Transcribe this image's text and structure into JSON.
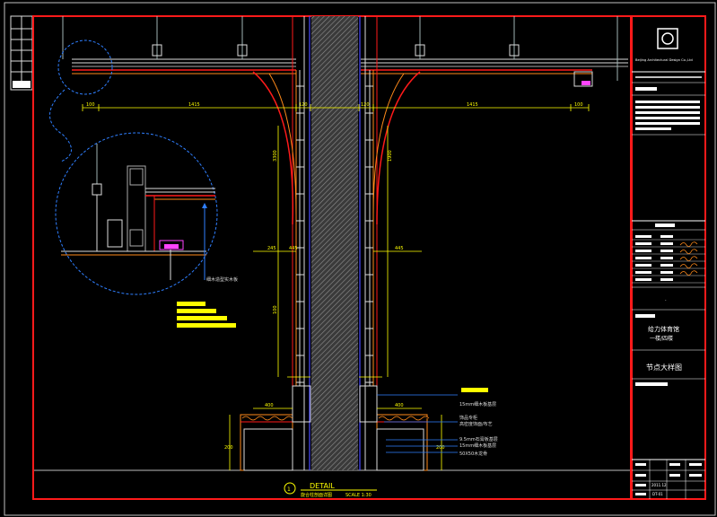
{
  "drawing": {
    "detail_label": "DETAIL",
    "detail_caption": "旋合柱剖面详图",
    "detail_scale": "SCALE 1:30",
    "detail_no": "1"
  },
  "dimensions": {
    "top_row": [
      "100",
      "1415",
      "120",
      "120",
      "1415",
      "100"
    ],
    "mid_row": [
      "245",
      "445",
      "445"
    ],
    "left_vertical": [
      "3300",
      "100"
    ],
    "right_vertical": [
      "1900"
    ],
    "base": [
      "400",
      "400",
      "200",
      "200"
    ]
  },
  "annotations": [
    "15mm细木板基层",
    "饰品专柜",
    "高密度饰面/布艺",
    "9.5mm石膏板基层",
    "15mm细木板基层",
    "50X50木龙骨"
  ],
  "callout_note": "细木造型实木板",
  "title_block": {
    "company_en": "Beijing Architectural Design Co.,Ltd",
    "project_line1": "给力体育馆",
    "project_line2": "一楼/四楼",
    "drawing_title": "节点大样图",
    "date": "2011.12",
    "sheet": "DT-01",
    "dot": "-"
  },
  "colors": {
    "frame": "#ff1a1a",
    "column": "#7f7f7f",
    "dimension": "#ffff00",
    "callout": "#2f7fff",
    "finish": "#ff8a1a",
    "grid": "#6f6fff"
  }
}
